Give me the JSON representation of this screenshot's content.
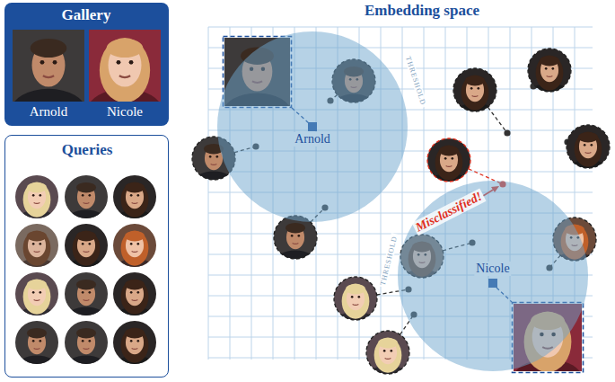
{
  "diagram": {
    "nodes": [
      {
        "text": [
          "Gallery"
        ]
      },
      {
        "text": [
          "Arnold"
        ],
        "in": 0
      },
      {
        "text": [
          "Nicole"
        ],
        "in": 0
      },
      {
        "text": [
          "Queries"
        ]
      },
      {
        "text": [
          "Embedding space"
        ]
      },
      {
        "text": [
          "THRESHOLD",
          "Arnold"
        ],
        "in": 4
      },
      {
        "text": [
          "THRESHOLD",
          "Nicole"
        ],
        "in": 4
      }
    ],
    "labels": [
      "Misclassified!"
    ]
  }
}
